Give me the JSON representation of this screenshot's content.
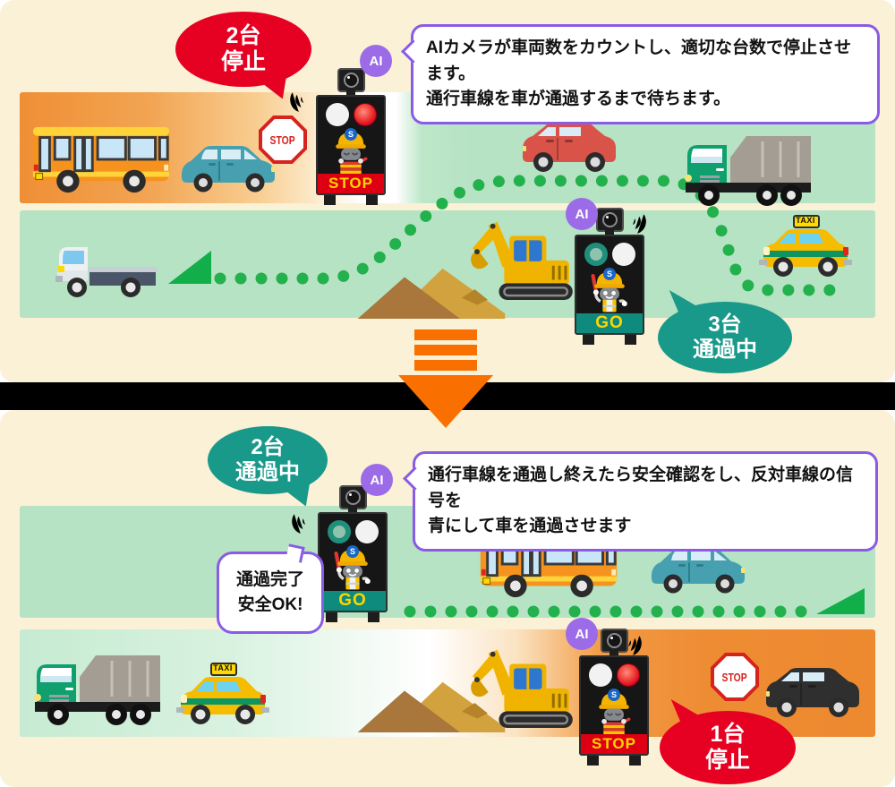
{
  "labels": {
    "ai": "AI",
    "stop_sign": "STOP",
    "taxi": "TAXI",
    "signal_stop": "STOP",
    "signal_go": "GO",
    "robot_logo": "S"
  },
  "colors": {
    "panel_cream": "#FAF1D6",
    "divider_black": "#000000",
    "road_green": "#B5E3C3",
    "road_orange": "#EF8F35",
    "dot_green": "#22B14C",
    "badge_red": "#E60021",
    "badge_teal": "#18998A",
    "ai_purple": "#9B6BE8",
    "bubble_border_purple": "#8A5BE6",
    "flow_arrow_orange": "#F97000",
    "banner_stop_red": "#DE0012",
    "banner_go_teal": "#0E8B7C",
    "banner_text_yellow": "#FFD500"
  },
  "top_panel": {
    "stopped_badge": {
      "line1": "2台",
      "line2": "停止"
    },
    "ai_note": {
      "line1": "AIカメラが車両数をカウントし、適切な台数で停止させます。",
      "line2": "通行車線を車が通過するまで待ちます。"
    },
    "passing_badge": {
      "line1": "3台",
      "line2": "通過中"
    }
  },
  "bottom_panel": {
    "passing_badge": {
      "line1": "2台",
      "line2": "通過中"
    },
    "ai_note": {
      "line1": "通行車線を通過し終えたら安全確認をし、反対車線の信号を",
      "line2": "青にして車を通過させます"
    },
    "clear_bubble": {
      "line1": "通過完了",
      "line2": "安全OK!"
    },
    "stopped_badge": {
      "line1": "1台",
      "line2": "停止"
    }
  }
}
